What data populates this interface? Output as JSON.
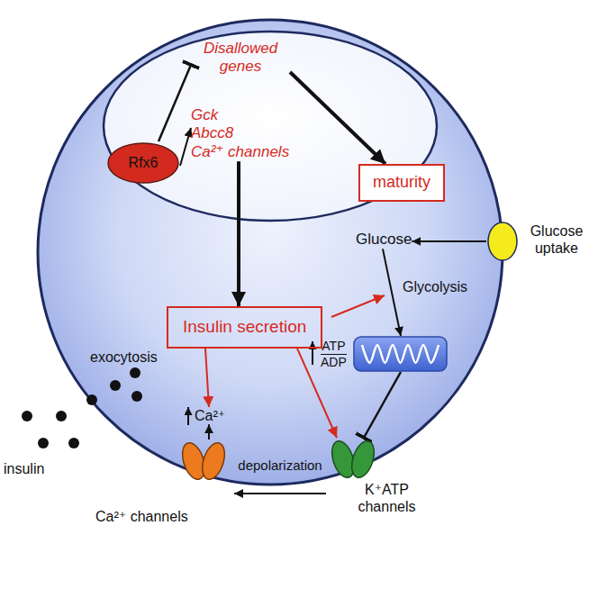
{
  "diagram": {
    "nodes": [
      {
        "text": [
          "Rfx6"
        ]
      },
      {
        "text": [
          "Disallowed genes"
        ]
      },
      {
        "text": [
          "Gck",
          "Abcc8",
          "Ca²⁺ channels"
        ]
      },
      {
        "text": [
          "maturity"
        ]
      },
      {
        "text": [
          "Insulin secretion"
        ]
      },
      {
        "text": [
          "Glucose"
        ]
      },
      {
        "text": [
          "Glucose uptake"
        ]
      },
      {
        "text": [
          "ATP",
          "ADP"
        ]
      },
      {
        "text": [
          "K⁺ATP channels"
        ]
      },
      {
        "text": [
          "Ca²⁺"
        ]
      },
      {
        "text": [
          "Ca²⁺ channels"
        ]
      }
    ],
    "edges": [
      {
        "from": 0,
        "to": 1,
        "arrow": "to"
      },
      {
        "from": 0,
        "to": 2,
        "arrow": "to"
      },
      {
        "from": 1,
        "to": 3,
        "arrow": "to"
      },
      {
        "from": 2,
        "to": 4,
        "arrow": "to"
      },
      {
        "from": 6,
        "to": 5,
        "arrow": "to"
      },
      {
        "from": 5,
        "to": 7,
        "label": "Glycolysis",
        "arrow": "to"
      },
      {
        "from": 7,
        "to": 8,
        "arrow": "to"
      },
      {
        "from": 4,
        "to": 9,
        "arrow": "to"
      },
      {
        "from": 4,
        "to": 8,
        "arrow": "to"
      },
      {
        "from": 8,
        "to": 10,
        "label": "depolarization",
        "arrow": "to"
      },
      {
        "from": 10,
        "to": 9,
        "arrow": "to"
      }
    ],
    "labels": [
      "exocytosis",
      "insulin"
    ]
  }
}
